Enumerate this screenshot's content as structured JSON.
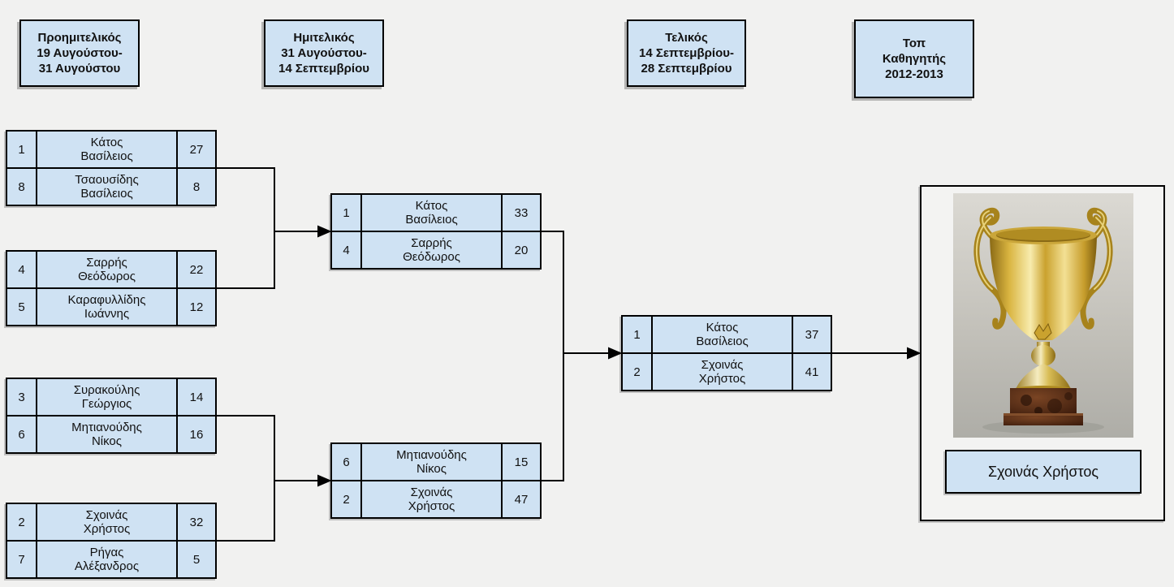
{
  "title": "Tournament bracket - Top Teacher 2012-2013",
  "colors": {
    "box_fill": "#cfe2f3",
    "box_border": "#000000",
    "connector": "#000000",
    "page_background": "#f1f1f0",
    "trophy_gold": "#d4af37",
    "trophy_base_brown": "#5a3018"
  },
  "headers": [
    {
      "label": "Προημιτελικός\n19 Αυγούστου-\n31 Αυγούστου"
    },
    {
      "label": "Ημιτελικός\n31 Αυγούστου-\n14 Σεπτεμβρίου"
    },
    {
      "label": "Τελικός\n14 Σεπτεμβρίου-\n28 Σεπτεμβρίου"
    },
    {
      "label": "Τοπ\nΚαθηγητής\n2012-2013"
    }
  ],
  "bracket": {
    "quarterfinals": [
      {
        "top": {
          "seed": "1",
          "name": "Κάτος\nΒασίλειος",
          "score": "27"
        },
        "bottom": {
          "seed": "8",
          "name": "Τσαουσίδης\nΒασίλειος",
          "score": "8"
        }
      },
      {
        "top": {
          "seed": "4",
          "name": "Σαρρής\nΘεόδωρος",
          "score": "22"
        },
        "bottom": {
          "seed": "5",
          "name": "Καραφυλλίδης\nΙωάννης",
          "score": "12"
        }
      },
      {
        "top": {
          "seed": "3",
          "name": "Συρακούλης\nΓεώργιος",
          "score": "14"
        },
        "bottom": {
          "seed": "6",
          "name": "Μητιανούδης\nΝίκος",
          "score": "16"
        }
      },
      {
        "top": {
          "seed": "2",
          "name": "Σχοινάς\nΧρήστος",
          "score": "32"
        },
        "bottom": {
          "seed": "7",
          "name": "Ρήγας\nΑλέξανδρος",
          "score": "5"
        }
      }
    ],
    "semifinals": [
      {
        "top": {
          "seed": "1",
          "name": "Κάτος\nΒασίλειος",
          "score": "33"
        },
        "bottom": {
          "seed": "4",
          "name": "Σαρρής\nΘεόδωρος",
          "score": "20"
        }
      },
      {
        "top": {
          "seed": "6",
          "name": "Μητιανούδης\nΝίκος",
          "score": "15"
        },
        "bottom": {
          "seed": "2",
          "name": "Σχοινάς\nΧρήστος",
          "score": "47"
        }
      }
    ],
    "final": {
      "top": {
        "seed": "1",
        "name": "Κάτος\nΒασίλειος",
        "score": "37"
      },
      "bottom": {
        "seed": "2",
        "name": "Σχοινάς\nΧρήστος",
        "score": "41"
      }
    }
  },
  "winner": {
    "name": "Σχοινάς Χρήστος",
    "trophy": "gold-cup-trophy-photo"
  }
}
